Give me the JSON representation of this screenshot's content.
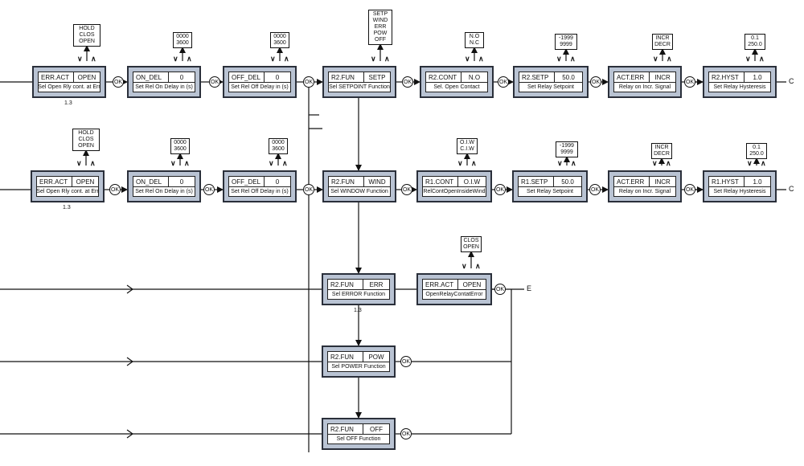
{
  "rows": [
    {
      "id": "top",
      "blocks": [
        {
          "param": "ERR.ACT",
          "value": "OPEN",
          "desc": "Sel Open Rly cont. at Err",
          "options": [
            "HOLD",
            "CLOS",
            "OPEN"
          ],
          "note": "1.3"
        },
        {
          "param": "ON_DEL",
          "value": "0",
          "desc": "Set Rel On Delay in (s)",
          "options": [
            "0000",
            "3600"
          ]
        },
        {
          "param": "OFF_DEL",
          "value": "0",
          "desc": "Set Rel Off Delay in (s)",
          "options": [
            "0000",
            "3600"
          ]
        },
        {
          "param": "R2.FUN",
          "value": "SETP",
          "desc": "Sel SETPOINT Function",
          "options": [
            "SETP",
            "WIND",
            "ERR",
            "POW",
            "OFF"
          ]
        },
        {
          "param": "R2.CONT",
          "value": "N.O",
          "desc": "Sel. Open Contact",
          "options": [
            "N.O",
            "N.C"
          ]
        },
        {
          "param": "R2.SETP",
          "value": "50.0",
          "desc": "Set Relay Setpoint",
          "options": [
            "-1999",
            "9999"
          ]
        },
        {
          "param": "ACT.ERR",
          "value": "INCR",
          "desc": "Relay on Incr. Signal",
          "options": [
            "INCR",
            "DECR"
          ]
        },
        {
          "param": "R2.HYST",
          "value": "1.0",
          "desc": "Set Relay Hysteresis",
          "options": [
            "0.1",
            "250.0"
          ]
        }
      ],
      "end_label": "C"
    },
    {
      "id": "mid",
      "blocks": [
        {
          "param": "ERR.ACT",
          "value": "OPEN",
          "desc": "Sel Open Rly cont. at Err",
          "options": [
            "HOLD",
            "CLOS",
            "OPEN"
          ],
          "note": "1.3"
        },
        {
          "param": "ON_DEL",
          "value": "0",
          "desc": "Set Rel On Delay in (s)",
          "options": [
            "0000",
            "3600"
          ]
        },
        {
          "param": "OFF_DEL",
          "value": "0",
          "desc": "Set Rel Off Delay in (s)",
          "options": [
            "0000",
            "3600"
          ]
        },
        {
          "param": "R2.FUN",
          "value": "WIND",
          "desc": "Sel WINDOW Function"
        },
        {
          "param": "R1.CONT",
          "value": "O.I.W",
          "desc": "RelContOpenInsideWind",
          "options": [
            "O.I.W",
            "C.I.W"
          ]
        },
        {
          "param": "R1.SETP",
          "value": "50.0",
          "desc": "Set Relay Setpoint",
          "options": [
            "-1999",
            "9999"
          ]
        },
        {
          "param": "ACT.ERR",
          "value": "INCR",
          "desc": "Relay on Incr. Signal",
          "options": [
            "INCR",
            "DECR"
          ]
        },
        {
          "param": "R1.HYST",
          "value": "1.0",
          "desc": "Set Relay Hysteresis",
          "options": [
            "0.1",
            "250.0"
          ]
        }
      ],
      "end_label": "C"
    },
    {
      "id": "err",
      "blocks": [
        {
          "param": "R2.FUN",
          "value": "ERR",
          "desc": "Sel ERROR Function",
          "note": "1.3"
        },
        {
          "param": "ERR.ACT",
          "value": "OPEN",
          "desc": "OpenRelayContatError",
          "options": [
            "CLOS",
            "OPEN"
          ]
        }
      ],
      "end_label": "E"
    },
    {
      "id": "pow",
      "blocks": [
        {
          "param": "R2.FUN",
          "value": "POW",
          "desc": "Sel POWER Function"
        }
      ]
    },
    {
      "id": "off",
      "blocks": [
        {
          "param": "R2.FUN",
          "value": "OFF",
          "desc": "Sel OFF Function"
        }
      ]
    }
  ],
  "ok_label": "OK",
  "chevron_down": "∨",
  "chevron_up": "∧"
}
